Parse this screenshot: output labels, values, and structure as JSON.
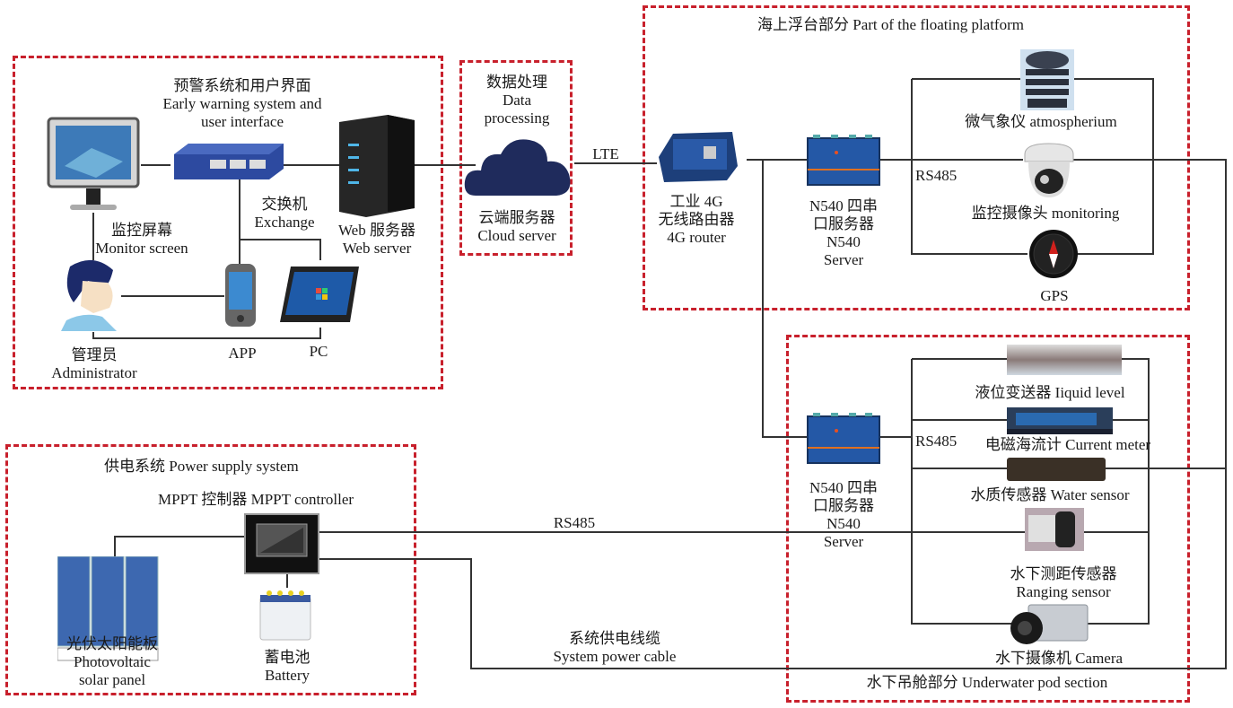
{
  "sections": {
    "ui": {
      "cn": "预警系统和用户界面",
      "en1": "Early warning system and",
      "en2": "user interface"
    },
    "data": {
      "cn": "数据处理",
      "en1": "Data",
      "en2": "processing"
    },
    "floating": {
      "title": "海上浮台部分 Part of the floating platform"
    },
    "underwater": {
      "title": "水下吊舱部分 Underwater pod section"
    },
    "power": {
      "title": "供电系统 Power supply system"
    }
  },
  "devices": {
    "monitor": {
      "cn": "监控屏幕",
      "en": "Monitor screen"
    },
    "switch": {
      "cn": "交换机",
      "en": "Exchange"
    },
    "web_server": {
      "cn": "Web 服务器",
      "en": "Web server"
    },
    "admin": {
      "cn": "管理员",
      "en": "Administrator"
    },
    "app": {
      "label": "APP"
    },
    "pc": {
      "label": "PC"
    },
    "cloud": {
      "cn": "云端服务器",
      "en": "Cloud server"
    },
    "router": {
      "cn1": "工业 4G",
      "cn2": "无线路由器",
      "en": "4G router"
    },
    "n540_top": {
      "cn1": "N540 四串",
      "cn2": "口服务器",
      "en1": "N540",
      "en2": "Server"
    },
    "n540_bottom": {
      "cn1": "N540 四串",
      "cn2": "口服务器",
      "en1": "N540",
      "en2": "Server"
    },
    "atmos": {
      "label": "微气象仪 atmospherium"
    },
    "cam_monitor": {
      "label": "监控摄像头 monitoring"
    },
    "gps": {
      "label": "GPS"
    },
    "liquid": {
      "label": "液位变送器 Iiquid level"
    },
    "current": {
      "label": "电磁海流计 Current meter"
    },
    "water": {
      "label": "水质传感器 Water sensor"
    },
    "ranging": {
      "cn": "水下测距传感器",
      "en": "Ranging sensor"
    },
    "uw_camera": {
      "label": "水下摄像机 Camera"
    },
    "mppt": {
      "label": "MPPT 控制器 MPPT controller"
    },
    "solar": {
      "cn": "光伏太阳能板",
      "en1": "Photovoltaic",
      "en2": "solar panel"
    },
    "battery": {
      "cn": "蓄电池",
      "en": "Battery"
    }
  },
  "links": {
    "lte": "LTE",
    "rs485_top": "RS485",
    "rs485_bottom": "RS485",
    "rs485_power": "RS485",
    "power_cable_cn": "系统供电线缆",
    "power_cable_en": "System power cable"
  },
  "colors": {
    "boundary": "#c8202c",
    "wire": "#333333",
    "device_blue": "#2a5aa8"
  }
}
